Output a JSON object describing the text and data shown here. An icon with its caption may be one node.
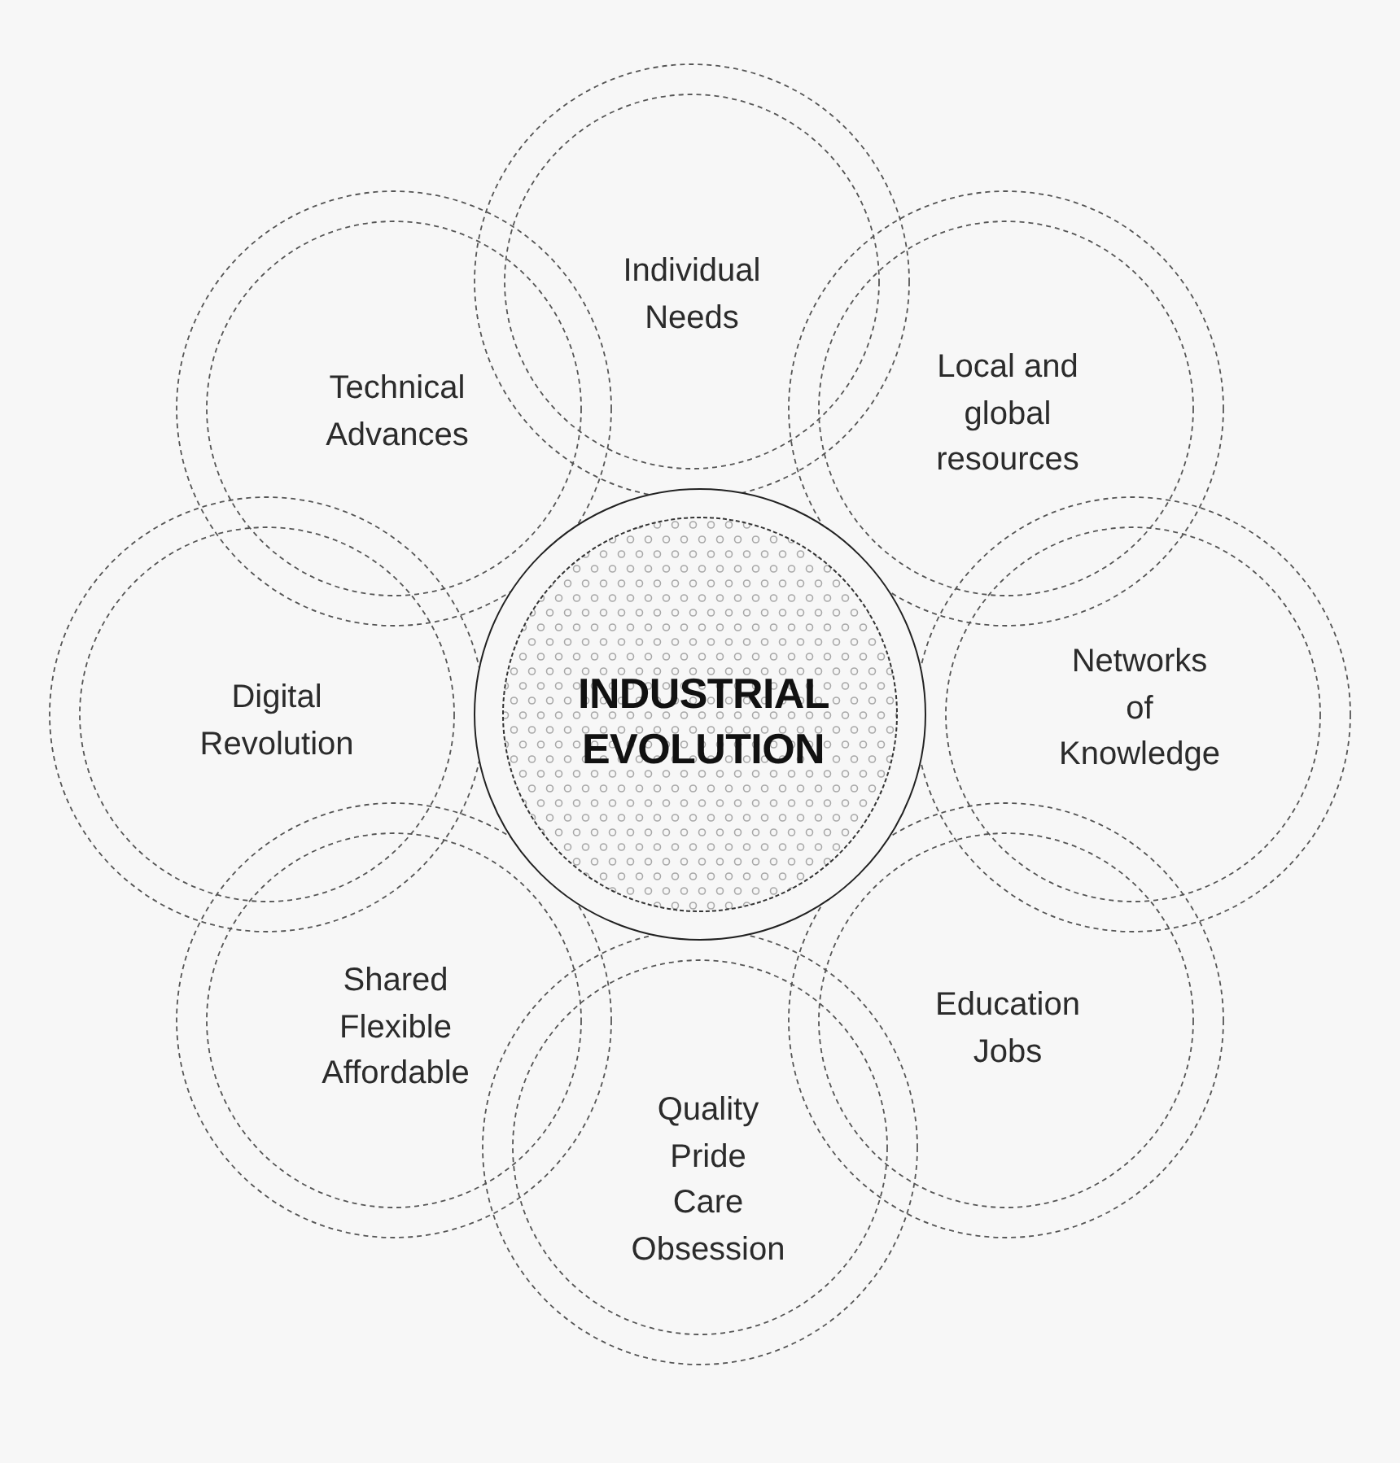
{
  "diagram": {
    "nodes": [
      {
        "text": [
          "INDUSTRIAL EVOLUTION"
        ]
      },
      {
        "text": [
          "Individual Needs"
        ]
      },
      {
        "text": [
          "Local and global resources"
        ]
      },
      {
        "text": [
          "Networks of Knowledge"
        ]
      },
      {
        "text": [
          "Education Jobs"
        ]
      },
      {
        "text": [
          "Quality Pride Care Obsession"
        ]
      },
      {
        "text": [
          "Shared Flexible Affordable"
        ]
      },
      {
        "text": [
          "Digital Revolution"
        ]
      },
      {
        "text": [
          "Technical Advances"
        ]
      }
    ]
  }
}
